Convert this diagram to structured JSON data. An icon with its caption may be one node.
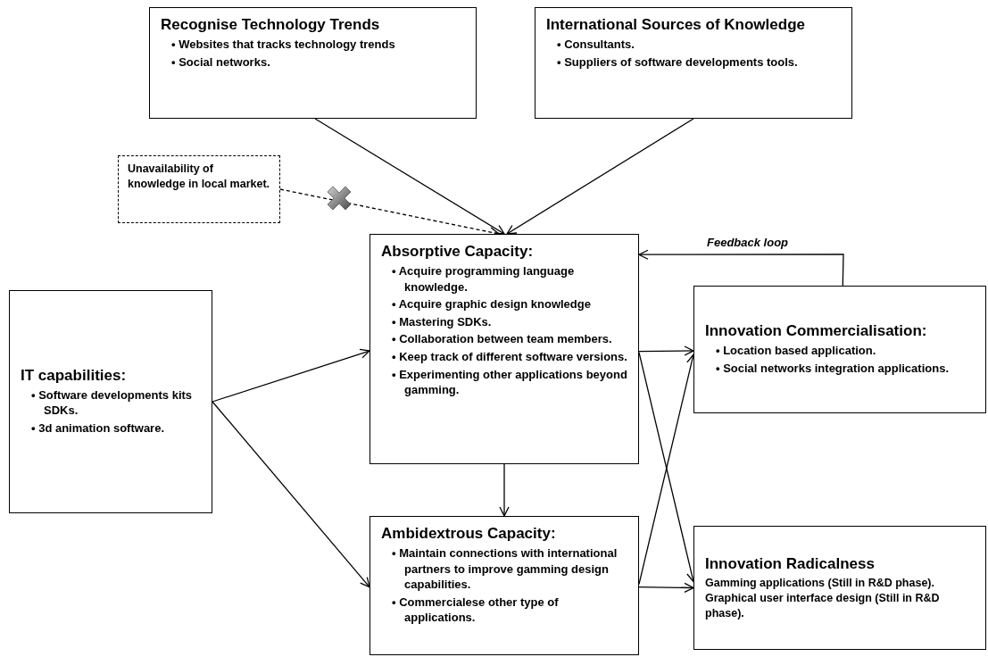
{
  "diagram": {
    "nodes": [
      {
        "text": [
          "Recognise Technology Trends",
          "• Websites that tracks technology trends",
          "• Social networks."
        ]
      },
      {
        "text": [
          "International Sources of Knowledge",
          "• Consultants.",
          "• Suppliers of software developments tools."
        ]
      },
      {
        "text": [
          "Unavailability of knowledge in local market."
        ]
      },
      {
        "text": [
          "Absorptive Capacity:",
          "• Acquire programming language knowledge.",
          "• Acquire graphic design knowledge",
          "• Mastering SDKs.",
          "• Collaboration between team members.",
          "• Keep track of different software versions.",
          "• Experimenting other applications beyond gamming."
        ]
      },
      {
        "text": [
          "IT capabilities:",
          "• Software developments kits SDKs.",
          "• 3d animation software."
        ]
      },
      {
        "text": [
          "Innovation Commercialisation:",
          "• Location based application.",
          "• Social networks integration applications."
        ]
      },
      {
        "text": [
          "Ambidextrous Capacity:",
          "• Maintain connections with international partners to improve gamming design capabilities.",
          "• Commercialese other type of applications."
        ]
      },
      {
        "text": [
          "Innovation Radicalness",
          "Gamming applications (Still in R&D phase).",
          "Graphical user interface design (Still in R&D phase)."
        ]
      }
    ],
    "edges": [
      {
        "from": 0,
        "to": 3,
        "arrow": "to"
      },
      {
        "from": 1,
        "to": 3,
        "arrow": "to"
      },
      {
        "from": 2,
        "to": 3,
        "arrow": "to",
        "style": "dashed"
      },
      {
        "from": 4,
        "to": 3,
        "arrow": "to"
      },
      {
        "from": 4,
        "to": 6,
        "arrow": "to"
      },
      {
        "from": 3,
        "to": 6,
        "arrow": "to"
      },
      {
        "from": 3,
        "to": 5,
        "arrow": "to"
      },
      {
        "from": 3,
        "to": 7,
        "arrow": "to"
      },
      {
        "from": 6,
        "to": 5,
        "arrow": "to"
      },
      {
        "from": 6,
        "to": 7,
        "arrow": "to"
      },
      {
        "from": 5,
        "to": 3,
        "arrow": "to",
        "label": "Feedback loop"
      }
    ]
  }
}
